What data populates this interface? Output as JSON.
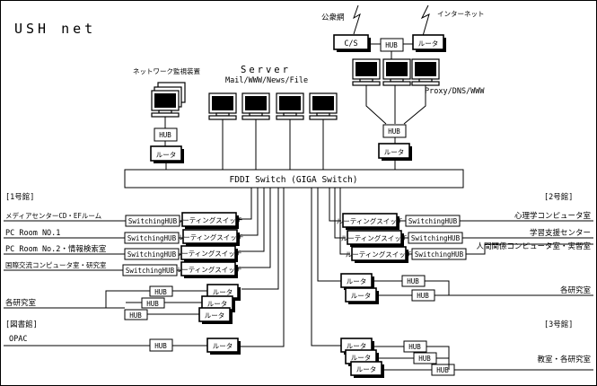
{
  "title": "USH net",
  "public_network": "公衆網",
  "internet": "インターネット",
  "cs_label": "C/S",
  "hub": "HUB",
  "router": "ルータ",
  "proxy": "Proxy/DNS/WWW",
  "monitor_label": "ネットワーク監視装置",
  "server_title": "Server",
  "server_services": "Mail/WWW/News/File",
  "fddi": "FDDI Switch (GIGA Switch)",
  "switching_hub": "SwitchingHUB",
  "routing_switch": "ルーティングスイッチ",
  "buildings": {
    "b1": "[1号館]",
    "b2": "[2号館]",
    "b3": "[3号館]",
    "lib": "[図書館]"
  },
  "b1_rooms": [
    "メディアセンターCD・EFルーム",
    "PC Room NO.1",
    "PC Room No.2・情報検索室",
    "国際交流コンピュータ室・研究室"
  ],
  "b1_lab": "各研究室",
  "opac": "OPAC",
  "b2_rooms": [
    "心理学コンピュータ室",
    "学習支援センター",
    "人間関係コンピュータ室・実習室"
  ],
  "b2_lab": "各研究室",
  "b3_label": "教室・各研究室"
}
